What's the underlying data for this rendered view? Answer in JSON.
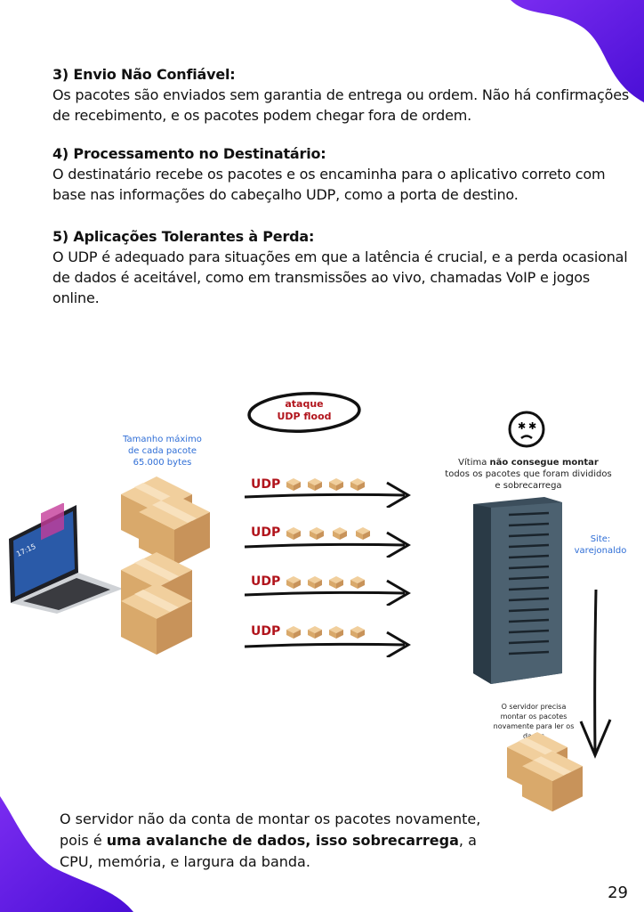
{
  "sections": [
    {
      "heading": "3) Envio Não Confiável:",
      "body": "Os pacotes são enviados sem garantia de entrega ou ordem. Não há confirmações de recebimento, e os pacotes podem chegar fora de ordem."
    },
    {
      "heading": "4) Processamento no Destinatário:",
      "body": "O destinatário recebe os pacotes e os encaminha para o aplicativo correto com base nas informações do cabeçalho UDP, como a porta de destino."
    },
    {
      "heading": "5) Aplicações Tolerantes à Perda:",
      "body": "O UDP é adequado para situações em que a latência é crucial, e a perda ocasional de dados é aceitável, como em transmissões ao vivo, chamadas VoIP e jogos online."
    }
  ],
  "diagram": {
    "attack_label_1": "ataque",
    "attack_label_2": "UDP flood",
    "packet_size_1": "Tamanho máximo",
    "packet_size_2": "de cada pacote",
    "packet_size_3": "65.000 bytes",
    "udp_labels": [
      "UDP",
      "UDP",
      "UDP",
      "UDP"
    ],
    "victim_pre": "Vítima ",
    "victim_bold": "não consegue montar",
    "victim_post": " todos os pacotes que foram divididos e sobrecarrega",
    "site_1": "Site:",
    "site_2": "varejonaldo",
    "server_note": "O servidor precisa montar os pacotes novamente para ler os dados",
    "laptop_clock": "17:15"
  },
  "conclusion": {
    "pre": "O servidor não da conta de montar os pacotes novamente, pois é ",
    "bold": "uma avalanche de dados, isso sobrecarrega",
    "post": ", a CPU, memória, e largura da banda."
  },
  "page_number": "29",
  "colors": {
    "accent": "#5a12e0",
    "udp_red": "#b1141c",
    "note_blue": "#2f6ed6"
  }
}
